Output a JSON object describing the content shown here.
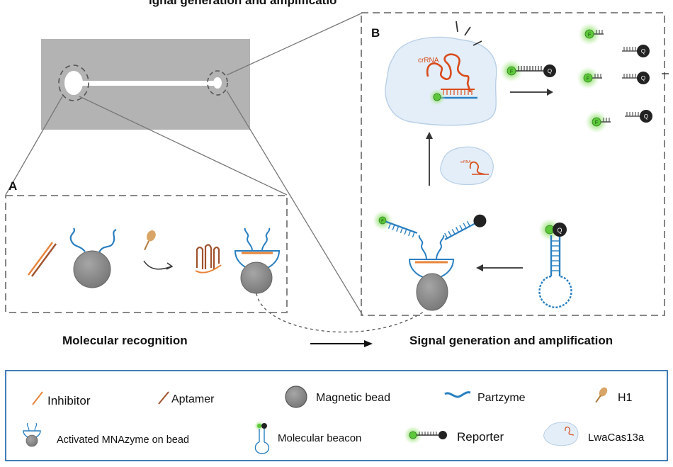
{
  "header_partial": "ignal generation and amplificatio",
  "panels": {
    "a_label": "A",
    "b_label": "B",
    "crrna_label": "crRNA",
    "crrna_small_label": "crRNA",
    "f_letter": "F",
    "q_letter": "Q"
  },
  "captions": {
    "left": "Molecular recognition",
    "right": "Signal generation and amplification"
  },
  "legend": {
    "items": [
      {
        "label": "Inhibitor",
        "icon": "inhibitor-icon"
      },
      {
        "label": "Aptamer",
        "icon": "aptamer-icon"
      },
      {
        "label": "Magnetic bead",
        "icon": "magnetic-bead-icon"
      },
      {
        "label": "Partzyme",
        "icon": "partzyme-icon"
      },
      {
        "label": "H1",
        "icon": "h1-icon"
      },
      {
        "label": "Activated MNAzyme on bead",
        "icon": "mnazyme-bead-icon"
      },
      {
        "label": "Molecular beacon",
        "icon": "molecular-beacon-icon"
      },
      {
        "label": "Reporter",
        "icon": "reporter-icon"
      },
      {
        "label": "LwaCas13a",
        "icon": "lwacas13a-icon"
      }
    ]
  },
  "colors": {
    "chip_gray": "#b3b3b3",
    "inhibitor": "#e8843a",
    "aptamer": "#a0522d",
    "bead": "#8c8c8c",
    "strand_blue": "#2a7fc0",
    "crrna_red": "#d94a1a",
    "fluor_green": "#7ed957",
    "cas_fill": "#e3eef9",
    "legend_border": "#2f6fb0"
  }
}
